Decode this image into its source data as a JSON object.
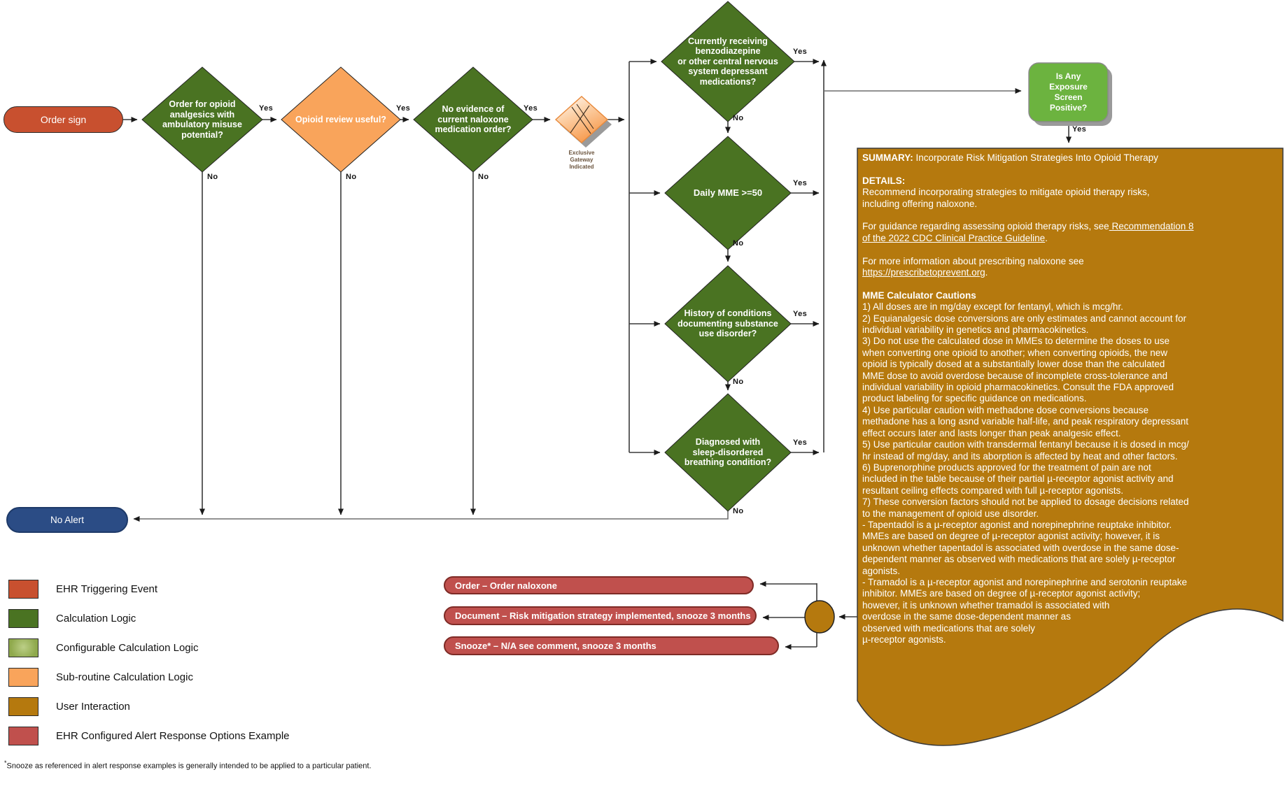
{
  "nodes": {
    "order_sign": "Order sign",
    "no_alert": "No Alert",
    "d_opioid_order": [
      "Order for opioid",
      "analgesics with",
      "ambulatory misuse",
      "potential?"
    ],
    "d_opioid_review": [
      "Opioid review useful?"
    ],
    "d_no_naloxone": [
      "No evidence of",
      "current naloxone",
      "medication order?"
    ],
    "gateway_label": [
      "Exclusive",
      "Gateway",
      "Indicated"
    ],
    "d_benzo": [
      "Currently receiving",
      "benzodiazepine",
      "or other central nervous",
      "system depressant",
      "medications?"
    ],
    "d_mme": [
      "Daily MME >=50"
    ],
    "d_sud": [
      "History of conditions",
      "documenting substance",
      "use disorder?"
    ],
    "d_sleep": [
      "Diagnosed with",
      "sleep-disordered",
      "breathing condition?"
    ],
    "exposure_screen": [
      "Is Any",
      "Exposure",
      "Screen",
      "Positive?"
    ]
  },
  "edge_labels": {
    "yes": "Yes",
    "no": "No"
  },
  "summary": {
    "summary_label": "SUMMARY:",
    "summary_title": " Incorporate Risk Mitigation Strategies Into Opioid Therapy",
    "details_label": "DETAILS:",
    "details_lines": [
      "Recommend incorporating strategies to mitigate opioid therapy risks,",
      "including offering naloxone."
    ],
    "guidance_text": "For guidance regarding assessing opioid therapy risks, see",
    "guidance_link_line1": " Recommendation 8",
    "guidance_link_line2": "of the 2022 CDC Clinical Practice Guideline",
    "naloxone_text": "For more information about prescribing naloxone see",
    "naloxone_link": "https://prescribetoprevent.org",
    "period": ".",
    "cautions_heading": "MME Calculator Cautions",
    "cautions_lines": [
      "1) All doses are in mg/day except for fentanyl, which is mcg/hr.",
      "2) Equianalgesic dose conversions are only estimates and cannot account for",
      "individual variability in genetics and pharmacokinetics.",
      "3) Do not use the calculated dose in MMEs to determine the doses to use",
      "when converting one opioid to another; when converting opioids, the new",
      "opioid is typically dosed at a substantially lower dose than the calculated",
      "MME dose to avoid overdose because of incomplete cross-tolerance and",
      "individual variability in opioid pharmacokinetics. Consult the FDA approved",
      "product labeling for specific guidance on medications.",
      "4) Use particular caution with methadone dose conversions because",
      "methadone has a long asnd variable half-life, and peak respiratory depressant",
      "effect occurs later and lasts longer than peak analgesic effect.",
      "5) Use particular caution with transdermal fentanyl because it is dosed in mcg/",
      "hr instead of mg/day, and its aborption is affected by heat and other factors.",
      "6) Buprenorphine products approved for the treatment of pain are not",
      "included in the table because of their partial µ-receptor agonist activity and",
      "resultant ceiling effects compared with full µ-receptor agonists.",
      "7) These conversion factors should not be applied to dosage decisions related",
      "to the management of opioid use disorder.",
      "- Tapentadol is a µ-receptor agonist and norepinephrine reuptake inhibitor.",
      "MMEs are based on degree of µ-receptor agonist activity; however, it is",
      "unknown whether tapentadol is associated with overdose in the same dose-",
      "dependent manner as observed with medications that are solely µ-receptor",
      "agonists.",
      "- Tramadol is a µ-receptor agonist and norepinephrine and serotonin reuptake",
      "inhibitor. MMEs are based on degree of µ-receptor agonist activity;",
      "however, it is unknown whether tramadol is associated with",
      "overdose in the same dose-dependent manner as",
      "observed with medications that are solely",
      "µ-receptor agonists."
    ]
  },
  "responses": {
    "order": "Order – Order naloxone",
    "document": "Document – Risk mitigation strategy implemented, snooze 3 months",
    "snooze": "Snooze* – N/A see comment, snooze 3 months"
  },
  "legend": {
    "items": [
      {
        "label": "EHR Triggering Event",
        "color": "#C8502F"
      },
      {
        "label": "Calculation Logic",
        "color": "#4A7322"
      },
      {
        "label": "Configurable Calculation Logic",
        "color": "#8FA94C"
      },
      {
        "label": "Sub-routine Calculation Logic",
        "color": "#F9A45B"
      },
      {
        "label": "User Interaction",
        "color": "#B5790E"
      },
      {
        "label": "EHR Configured Alert Response Options Example",
        "color": "#C0504D"
      }
    ]
  },
  "footnote": {
    "star": "*",
    "text": "Snooze as referenced in alert response examples is generally intended to be applied to a particular patient."
  },
  "colors": {
    "triggering_event": "#C8502F",
    "calculation_logic": "#4A7322",
    "configurable_calculation_logic": "#8FA94C",
    "subroutine_calculation_logic": "#F9A45B",
    "user_interaction": "#B5790E",
    "alert_response_option": "#C0504D",
    "no_alert": "#2B4C85",
    "exposure_screen_box": "#6CB33F"
  }
}
